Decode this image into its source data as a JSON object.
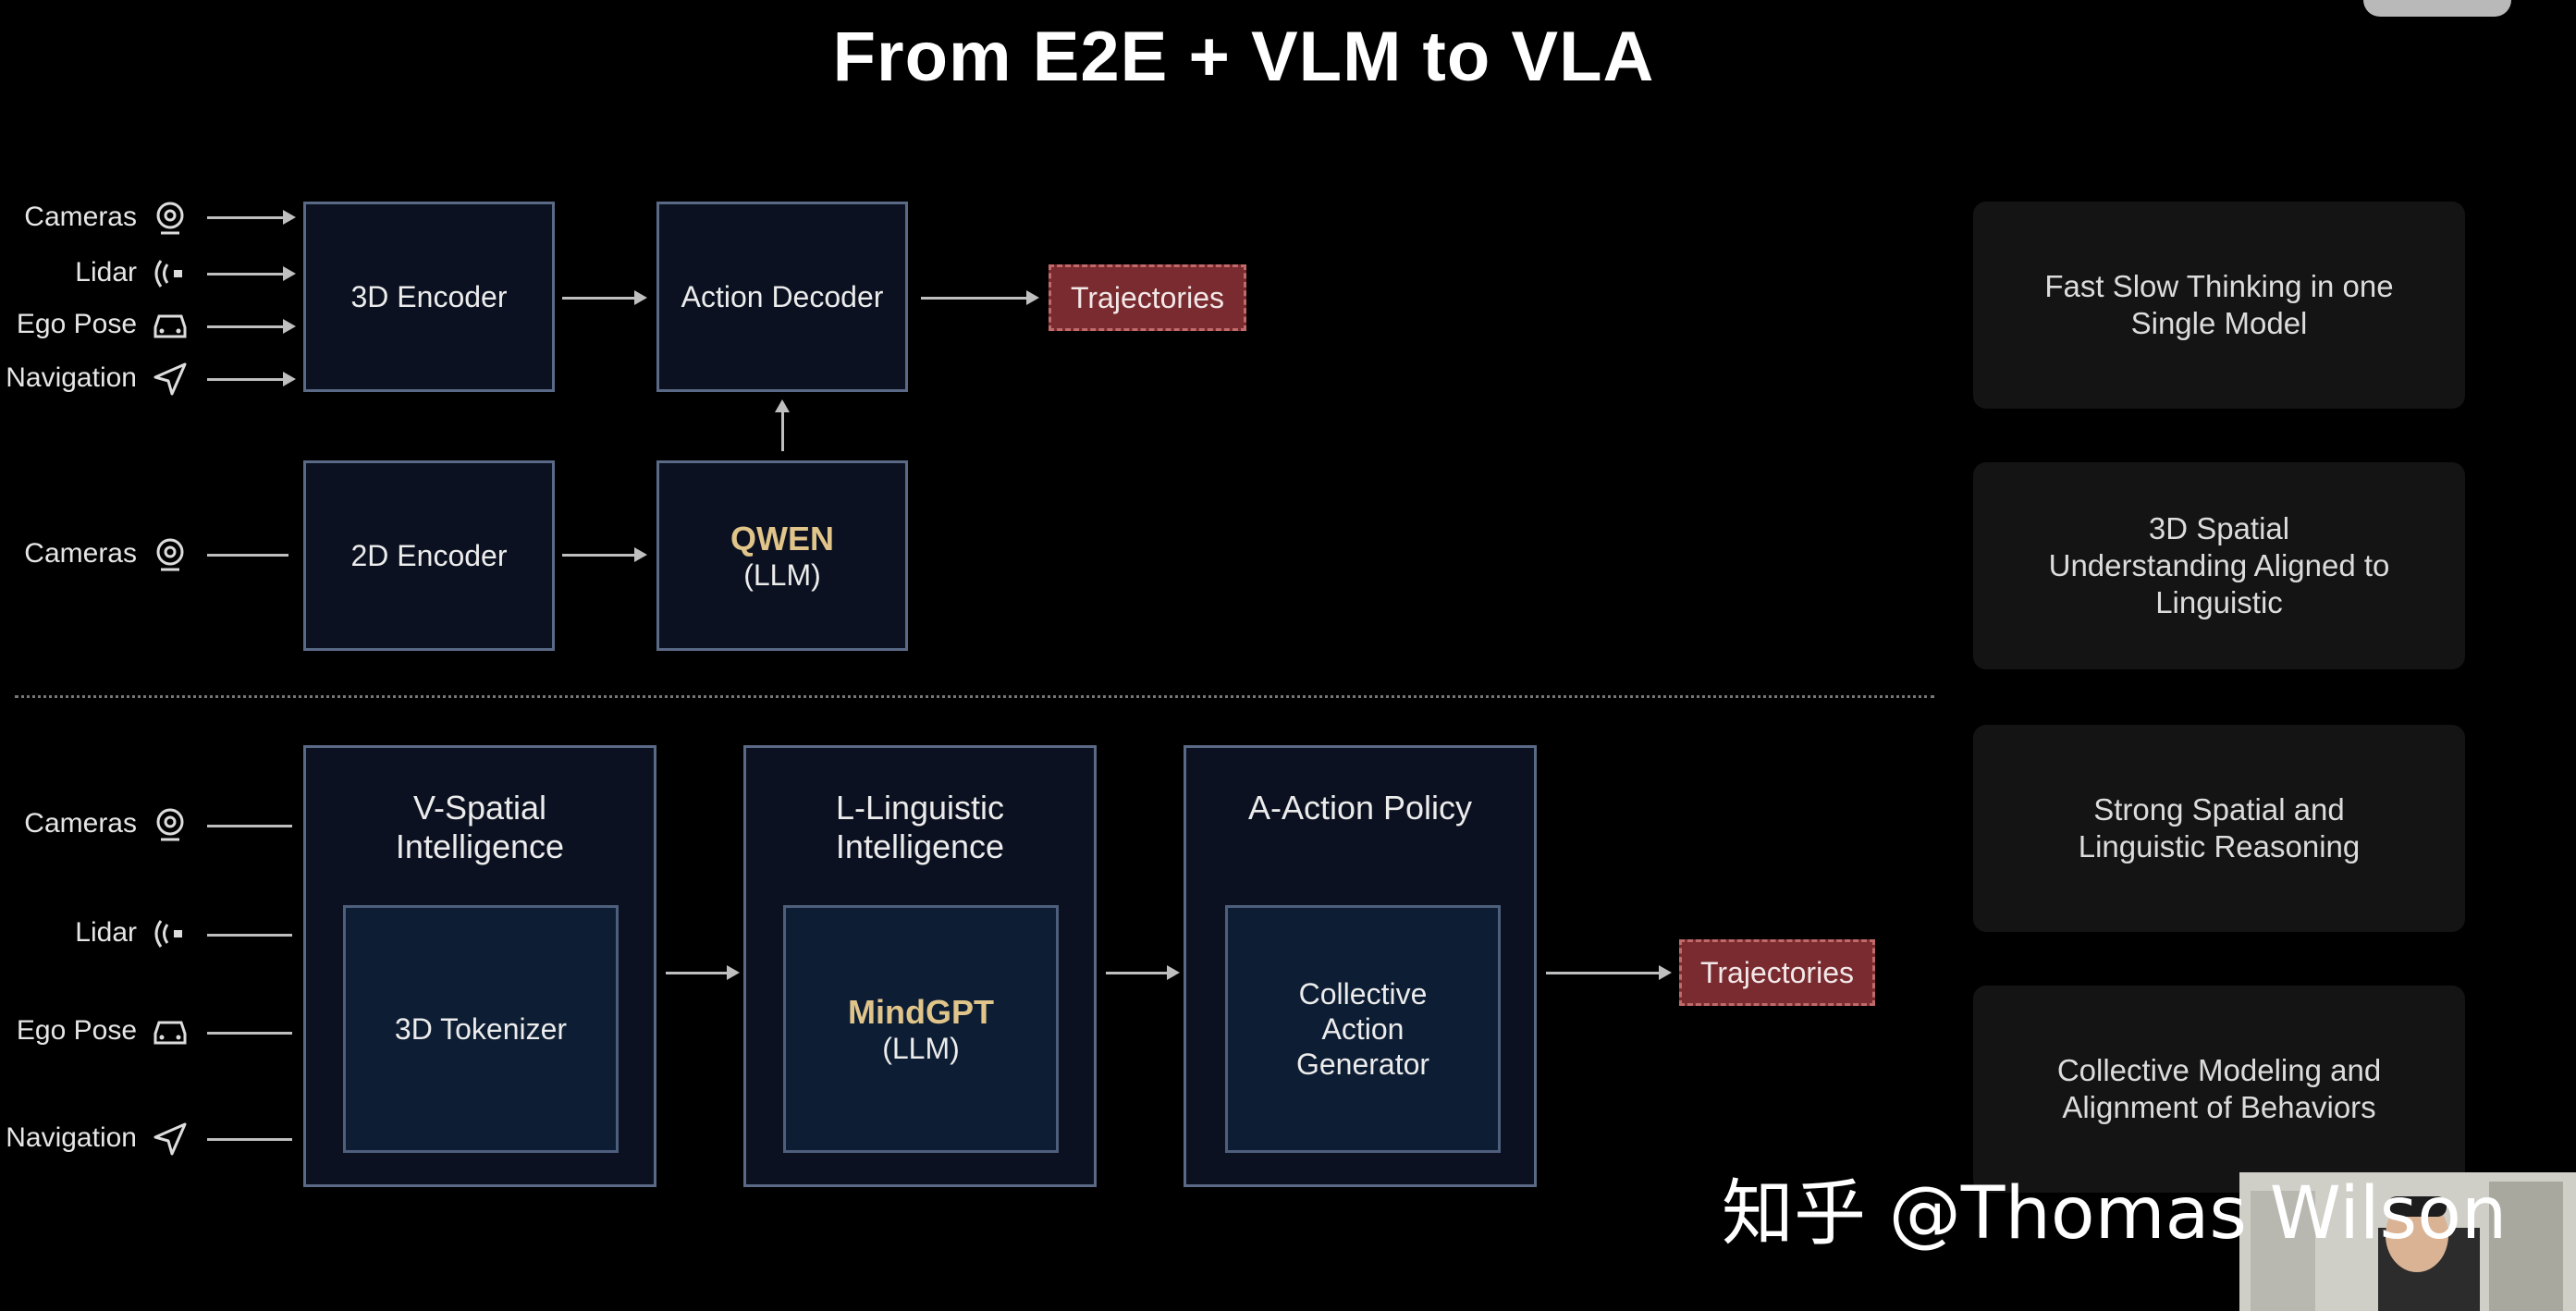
{
  "title": "From E2E + VLM to VLA",
  "inputs": {
    "cameras": "Cameras",
    "lidar": "Lidar",
    "ego_pose": "Ego Pose",
    "navigation": "Navigation"
  },
  "top_pipeline": {
    "encoder_3d": "3D Encoder",
    "action_decoder": "Action Decoder",
    "trajectories": "Trajectories",
    "encoder_2d": "2D Encoder",
    "qwen_name": "QWEN",
    "qwen_sub": "(LLM)"
  },
  "bottom_pipeline": {
    "v_spatial": "V-Spatial Intelligence",
    "tokenizer": "3D Tokenizer",
    "l_linguistic": "L-Linguistic Intelligence",
    "mindgpt_name": "MindGPT",
    "mindgpt_sub": "(LLM)",
    "a_action": "A-Action Policy",
    "action_generator": "Collective Action Generator",
    "trajectories": "Trajectories"
  },
  "features": [
    "Fast Slow Thinking in one Single Model",
    "3D Spatial Understanding Aligned to Linguistic",
    "Strong Spatial and Linguistic Reasoning",
    "Collective Modeling and Alignment of Behaviors"
  ],
  "watermark": "知乎 @Thomas Wilson",
  "colors": {
    "background": "#000000",
    "box_border": "#5a6a86",
    "box_fill": "#0b1120",
    "trajectory_fill": "#7a2b30",
    "llm_accent": "#e0c48a"
  }
}
